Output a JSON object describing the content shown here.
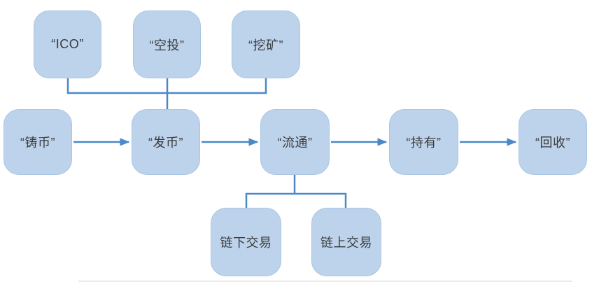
{
  "diagram": {
    "type": "flowchart",
    "nodes": {
      "ico": {
        "label": "“ICO”"
      },
      "airdrop": {
        "label": "“空投”"
      },
      "mining": {
        "label": "“挖矿”"
      },
      "minting": {
        "label": "“铸币”"
      },
      "issuance": {
        "label": "“发币”"
      },
      "circulation": {
        "label": "“流通”"
      },
      "holding": {
        "label": "“持有”"
      },
      "recycle": {
        "label": "“回收”"
      },
      "offchain_trade": {
        "label": "链下交易"
      },
      "onchain_trade": {
        "label": "链上交易"
      }
    },
    "edges": [
      {
        "from": "ico",
        "to": "issuance",
        "style": "line"
      },
      {
        "from": "airdrop",
        "to": "issuance",
        "style": "line"
      },
      {
        "from": "mining",
        "to": "issuance",
        "style": "line"
      },
      {
        "from": "minting",
        "to": "issuance",
        "style": "arrow"
      },
      {
        "from": "issuance",
        "to": "circulation",
        "style": "arrow"
      },
      {
        "from": "circulation",
        "to": "holding",
        "style": "arrow"
      },
      {
        "from": "holding",
        "to": "recycle",
        "style": "arrow"
      },
      {
        "from": "circulation",
        "to": "offchain_trade",
        "style": "line"
      },
      {
        "from": "circulation",
        "to": "onchain_trade",
        "style": "line"
      }
    ],
    "colors": {
      "node_fill": "#bdd3eb",
      "node_border": "#a9c6e3",
      "connector": "#4a89c8",
      "text": "#3b3b3b",
      "divider": "#ebebeb"
    }
  }
}
